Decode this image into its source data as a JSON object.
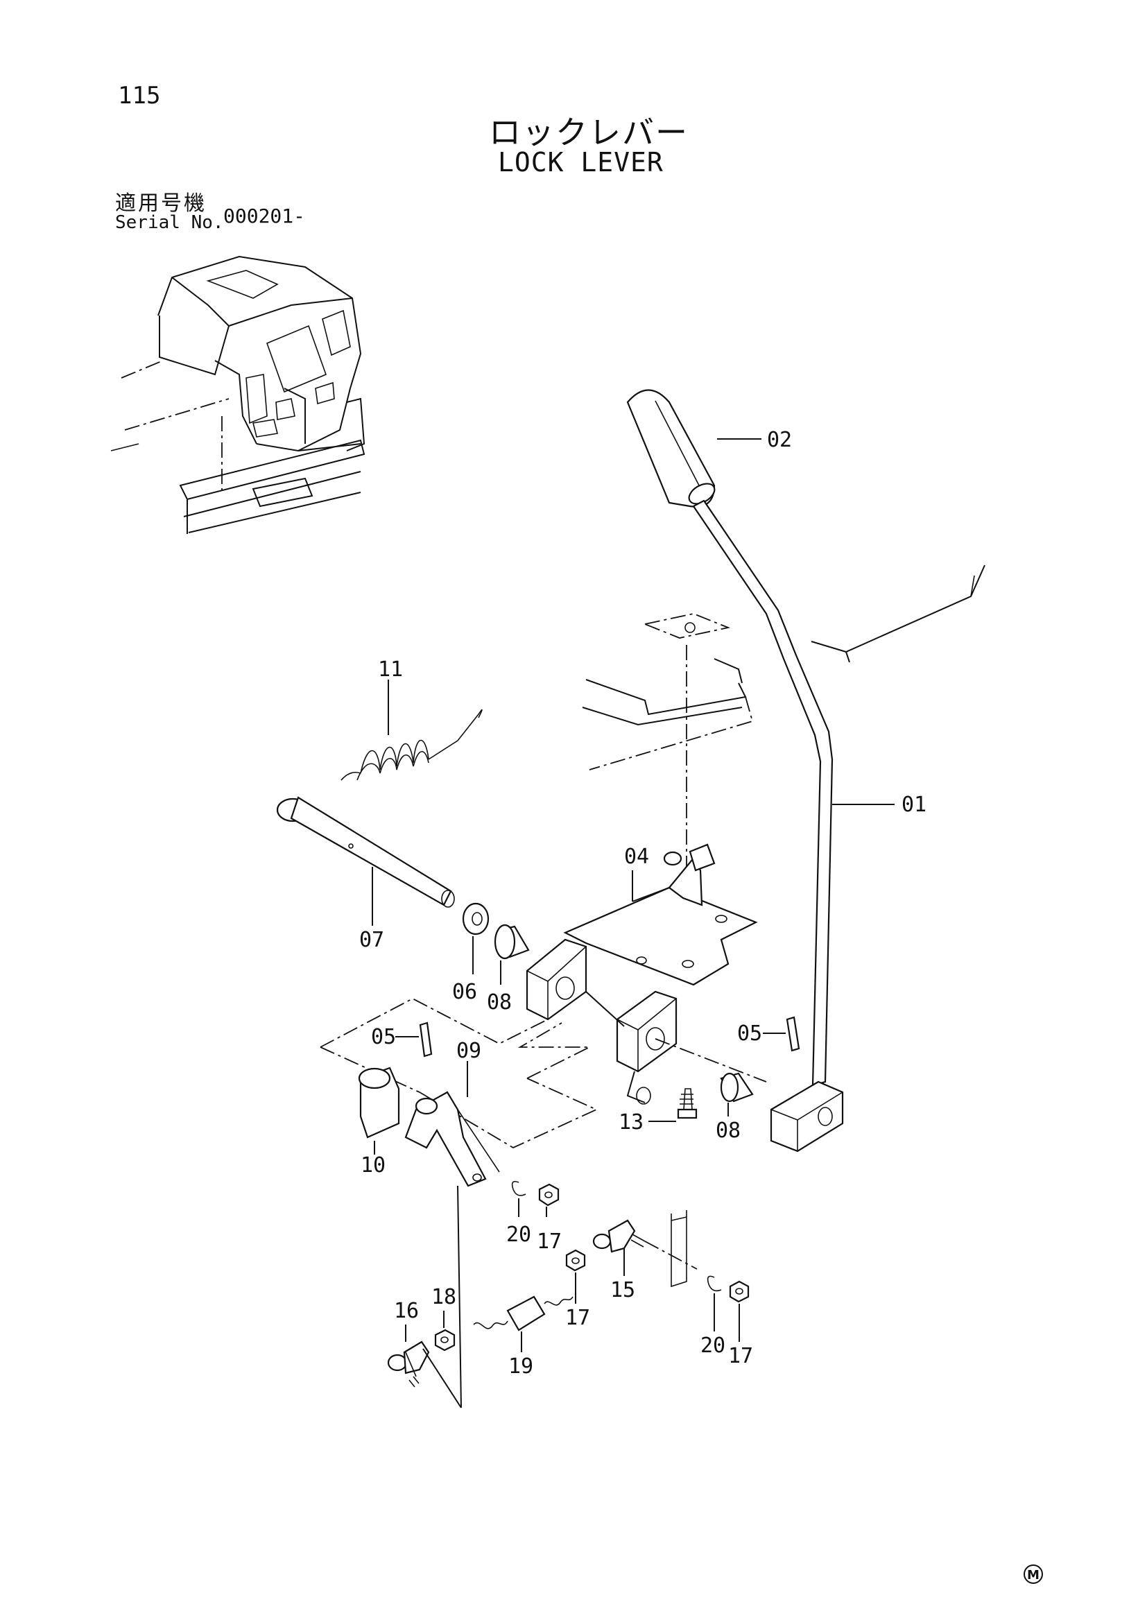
{
  "header": {
    "page_number": "115",
    "title_jp": "ロックレバー",
    "title_en": "LOCK LEVER",
    "serial_label_jp": "適用号機",
    "serial_label_en": "Serial No.",
    "serial_value": "000201-"
  },
  "callouts": {
    "c01": "01",
    "c02": "02",
    "c04": "04",
    "c05a": "05",
    "c05b": "05",
    "c06": "06",
    "c07": "07",
    "c08a": "08",
    "c08b": "08",
    "c09": "09",
    "c10": "10",
    "c11": "11",
    "c13": "13",
    "c15": "15",
    "c16": "16",
    "c17a": "17",
    "c17b": "17",
    "c17c": "17",
    "c18": "18",
    "c19": "19",
    "c20a": "20",
    "c20b": "20"
  },
  "footer": {
    "mark": "M"
  }
}
